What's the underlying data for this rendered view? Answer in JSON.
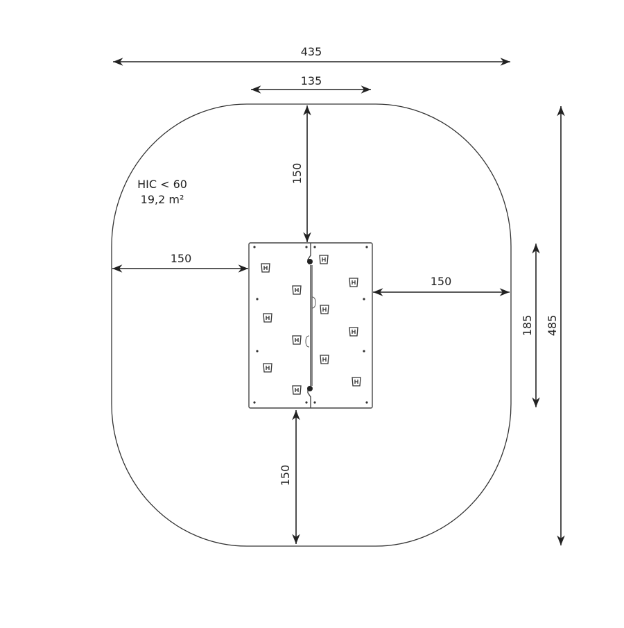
{
  "diagram": {
    "safety_zone": {
      "hic_label": "HIC < 60",
      "area_label": "19,2 m²"
    },
    "dimensions": {
      "overall_width": "435",
      "panel_width": "135",
      "clearance_top": "150",
      "clearance_left": "150",
      "clearance_right": "150",
      "clearance_bottom": "150",
      "panel_depth": "185",
      "overall_depth": "485"
    },
    "colors": {
      "line": "#222222",
      "background": "#ffffff"
    }
  }
}
